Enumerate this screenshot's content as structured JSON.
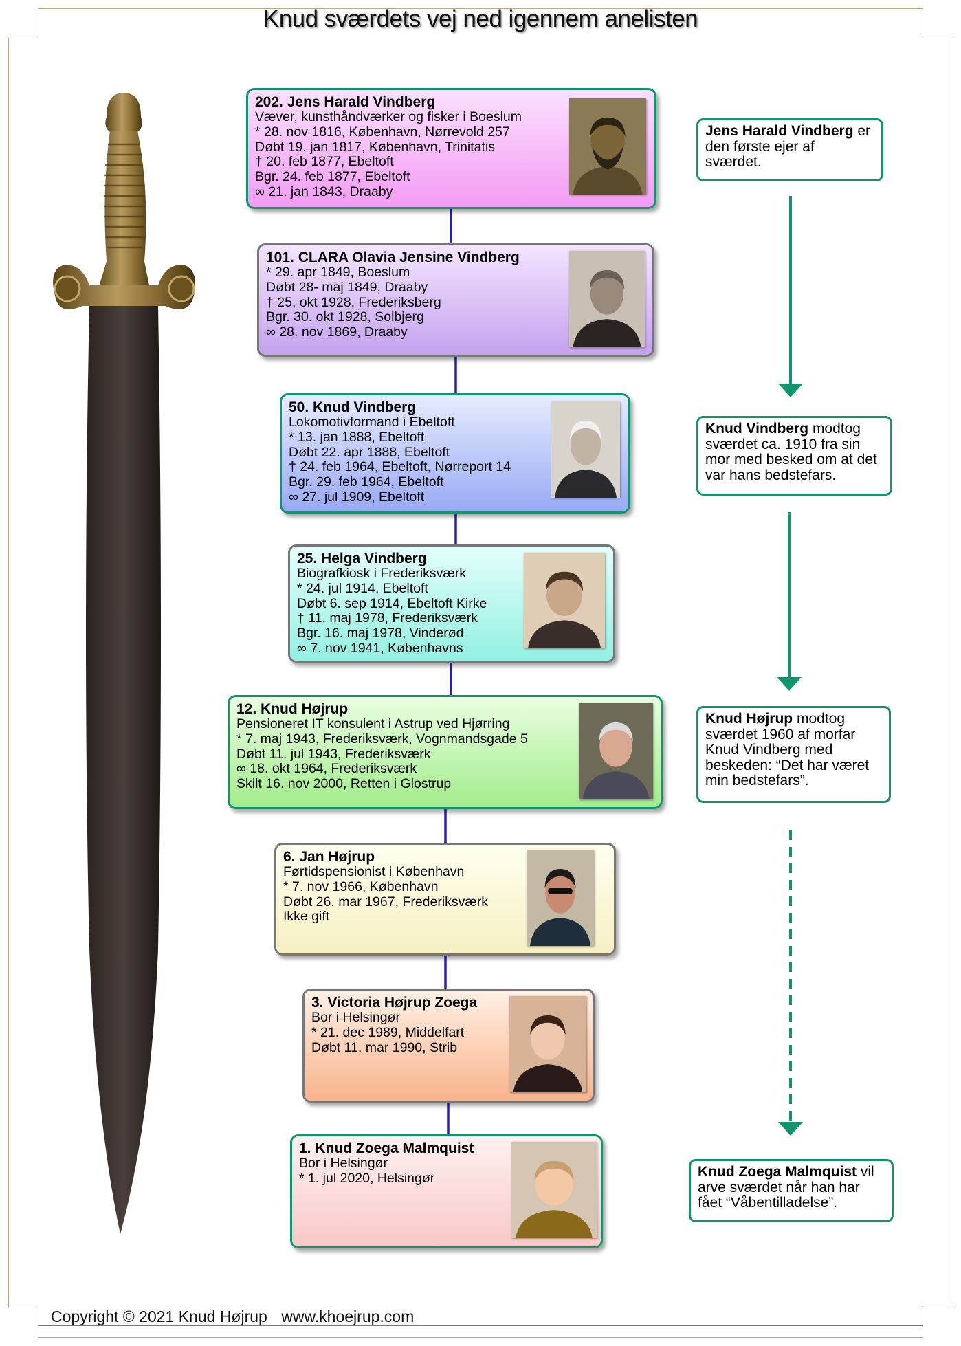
{
  "title": "Knud sværdets vej ned igennem anelisten",
  "footer": {
    "copyright": "Copyright © 2021 Knud Højrup",
    "website": "www.khoejrup.com"
  },
  "colors": {
    "connector": "#2a1fb0",
    "arrow": "#12956d",
    "note_border": "#12956d"
  },
  "persons": [
    {
      "name": "202. Jens Harald Vindberg",
      "border": "green",
      "bg_top": "#fbe0ff",
      "bg_bottom": "#f39cf4",
      "lines": [
        "Væver, kunsthåndværker og fisker i Boeslum",
        "* 28. nov 1816, København, Nørrevold 257",
        "Døbt 19. jan 1817, København, Trinitatis",
        "† 20. feb 1877, Ebeltoft",
        "Bgr. 24. feb 1877, Ebeltoft",
        "∞ 21. jan 1843, Draaby"
      ],
      "photo": "bearded-man-portrait"
    },
    {
      "name": "101. CLARA Olavia Jensine Vindberg",
      "border": "gray",
      "bg_top": "#f4e4ff",
      "bg_bottom": "#c4a2ee",
      "lines": [
        "* 29. apr 1849, Boeslum",
        "Døbt 28- maj 1849, Draaby",
        "† 25. okt 1928, Frederiksberg",
        "Bgr. 30. okt 1928, Solbjerg",
        "∞ 28. nov 1869, Draaby"
      ],
      "photo": "elderly-woman-portrait"
    },
    {
      "name": "50. Knud Vindberg",
      "border": "green",
      "bg_top": "#e6ecff",
      "bg_bottom": "#98aaf4",
      "lines": [
        "Lokomotivformand i Ebeltoft",
        "* 13. jan 1888, Ebeltoft",
        "Døbt 22. apr 1888, Ebeltoft",
        "† 24. feb 1964, Ebeltoft, Nørreport 14",
        "Bgr. 29. feb 1964, Ebeltoft",
        "∞ 27. jul 1909, Ebeltoft"
      ],
      "photo": "older-man-portrait"
    },
    {
      "name": "25. Helga Vindberg",
      "border": "gray",
      "bg_top": "#e4fffb",
      "bg_bottom": "#92f0e2",
      "lines": [
        "Biografkiosk i Frederiksværk",
        "* 24. jul 1914, Ebeltoft",
        "Døbt 6. sep 1914, Ebeltoft Kirke",
        "† 11. maj 1978, Frederiksværk",
        "Bgr. 16. maj 1978, Vinderød",
        "∞ 7. nov 1941, Københavns"
      ],
      "photo": "smiling-woman-portrait"
    },
    {
      "name": "12. Knud Højrup",
      "border": "green",
      "bg_top": "#eaffe2",
      "bg_bottom": "#a2ec8c",
      "lines": [
        "Pensioneret IT konsulent i Astrup ved Hjørring",
        "* 7. maj 1943, Frederiksværk, Vognmandsgade 5",
        "Døbt 11. jul 1943, Frederiksværk",
        "∞ 18. okt 1964, Frederiksværk",
        "Skilt 16. nov 2000, Retten i Glostrup"
      ],
      "photo": "grey-haired-man-portrait"
    },
    {
      "name": "6. Jan Højrup",
      "border": "gray",
      "bg_top": "#fffff0",
      "bg_bottom": "#f6f0c2",
      "lines": [
        "Førtidspensionist i København",
        "* 7. nov 1966, København",
        "Døbt 26. mar 1967, Frederiksværk",
        "Ikke gift"
      ],
      "photo": "man-sunglasses-portrait"
    },
    {
      "name": "3. Victoria Højrup Zoega",
      "border": "gray",
      "bg_top": "#fff0e4",
      "bg_bottom": "#f8b48c",
      "lines": [
        "Bor i Helsingør",
        "* 21. dec 1989, Middelfart",
        "Døbt 11. mar 1990, Strib"
      ],
      "photo": "young-woman-portrait"
    },
    {
      "name": "1. Knud Zoega Malmquist",
      "border": "green",
      "bg_top": "#fff0f0",
      "bg_bottom": "#f8c8c8",
      "lines": [
        "Bor i Helsingør",
        "* 1. jul 2020, Helsingør"
      ],
      "photo": "baby-portrait"
    }
  ],
  "notes": [
    {
      "bold": "Jens Harald Vindberg",
      "rest": "er den første ejer af sværdet."
    },
    {
      "bold": "Knud Vindberg",
      "rest": "modtog sværdet ca. 1910 fra sin mor med besked om at det var hans bedstefars."
    },
    {
      "bold": "Knud Højrup",
      "rest": "modtog sværdet 1960 af morfar Knud Vindberg med beskeden: “Det har været min bedstefars”."
    },
    {
      "bold": "Knud Zoega Malmquist",
      "rest": "vil arve sværdet når han har fået “Våbentilladelse”."
    }
  ],
  "arrows": [
    {
      "style": "solid"
    },
    {
      "style": "solid"
    },
    {
      "style": "dashed"
    }
  ]
}
